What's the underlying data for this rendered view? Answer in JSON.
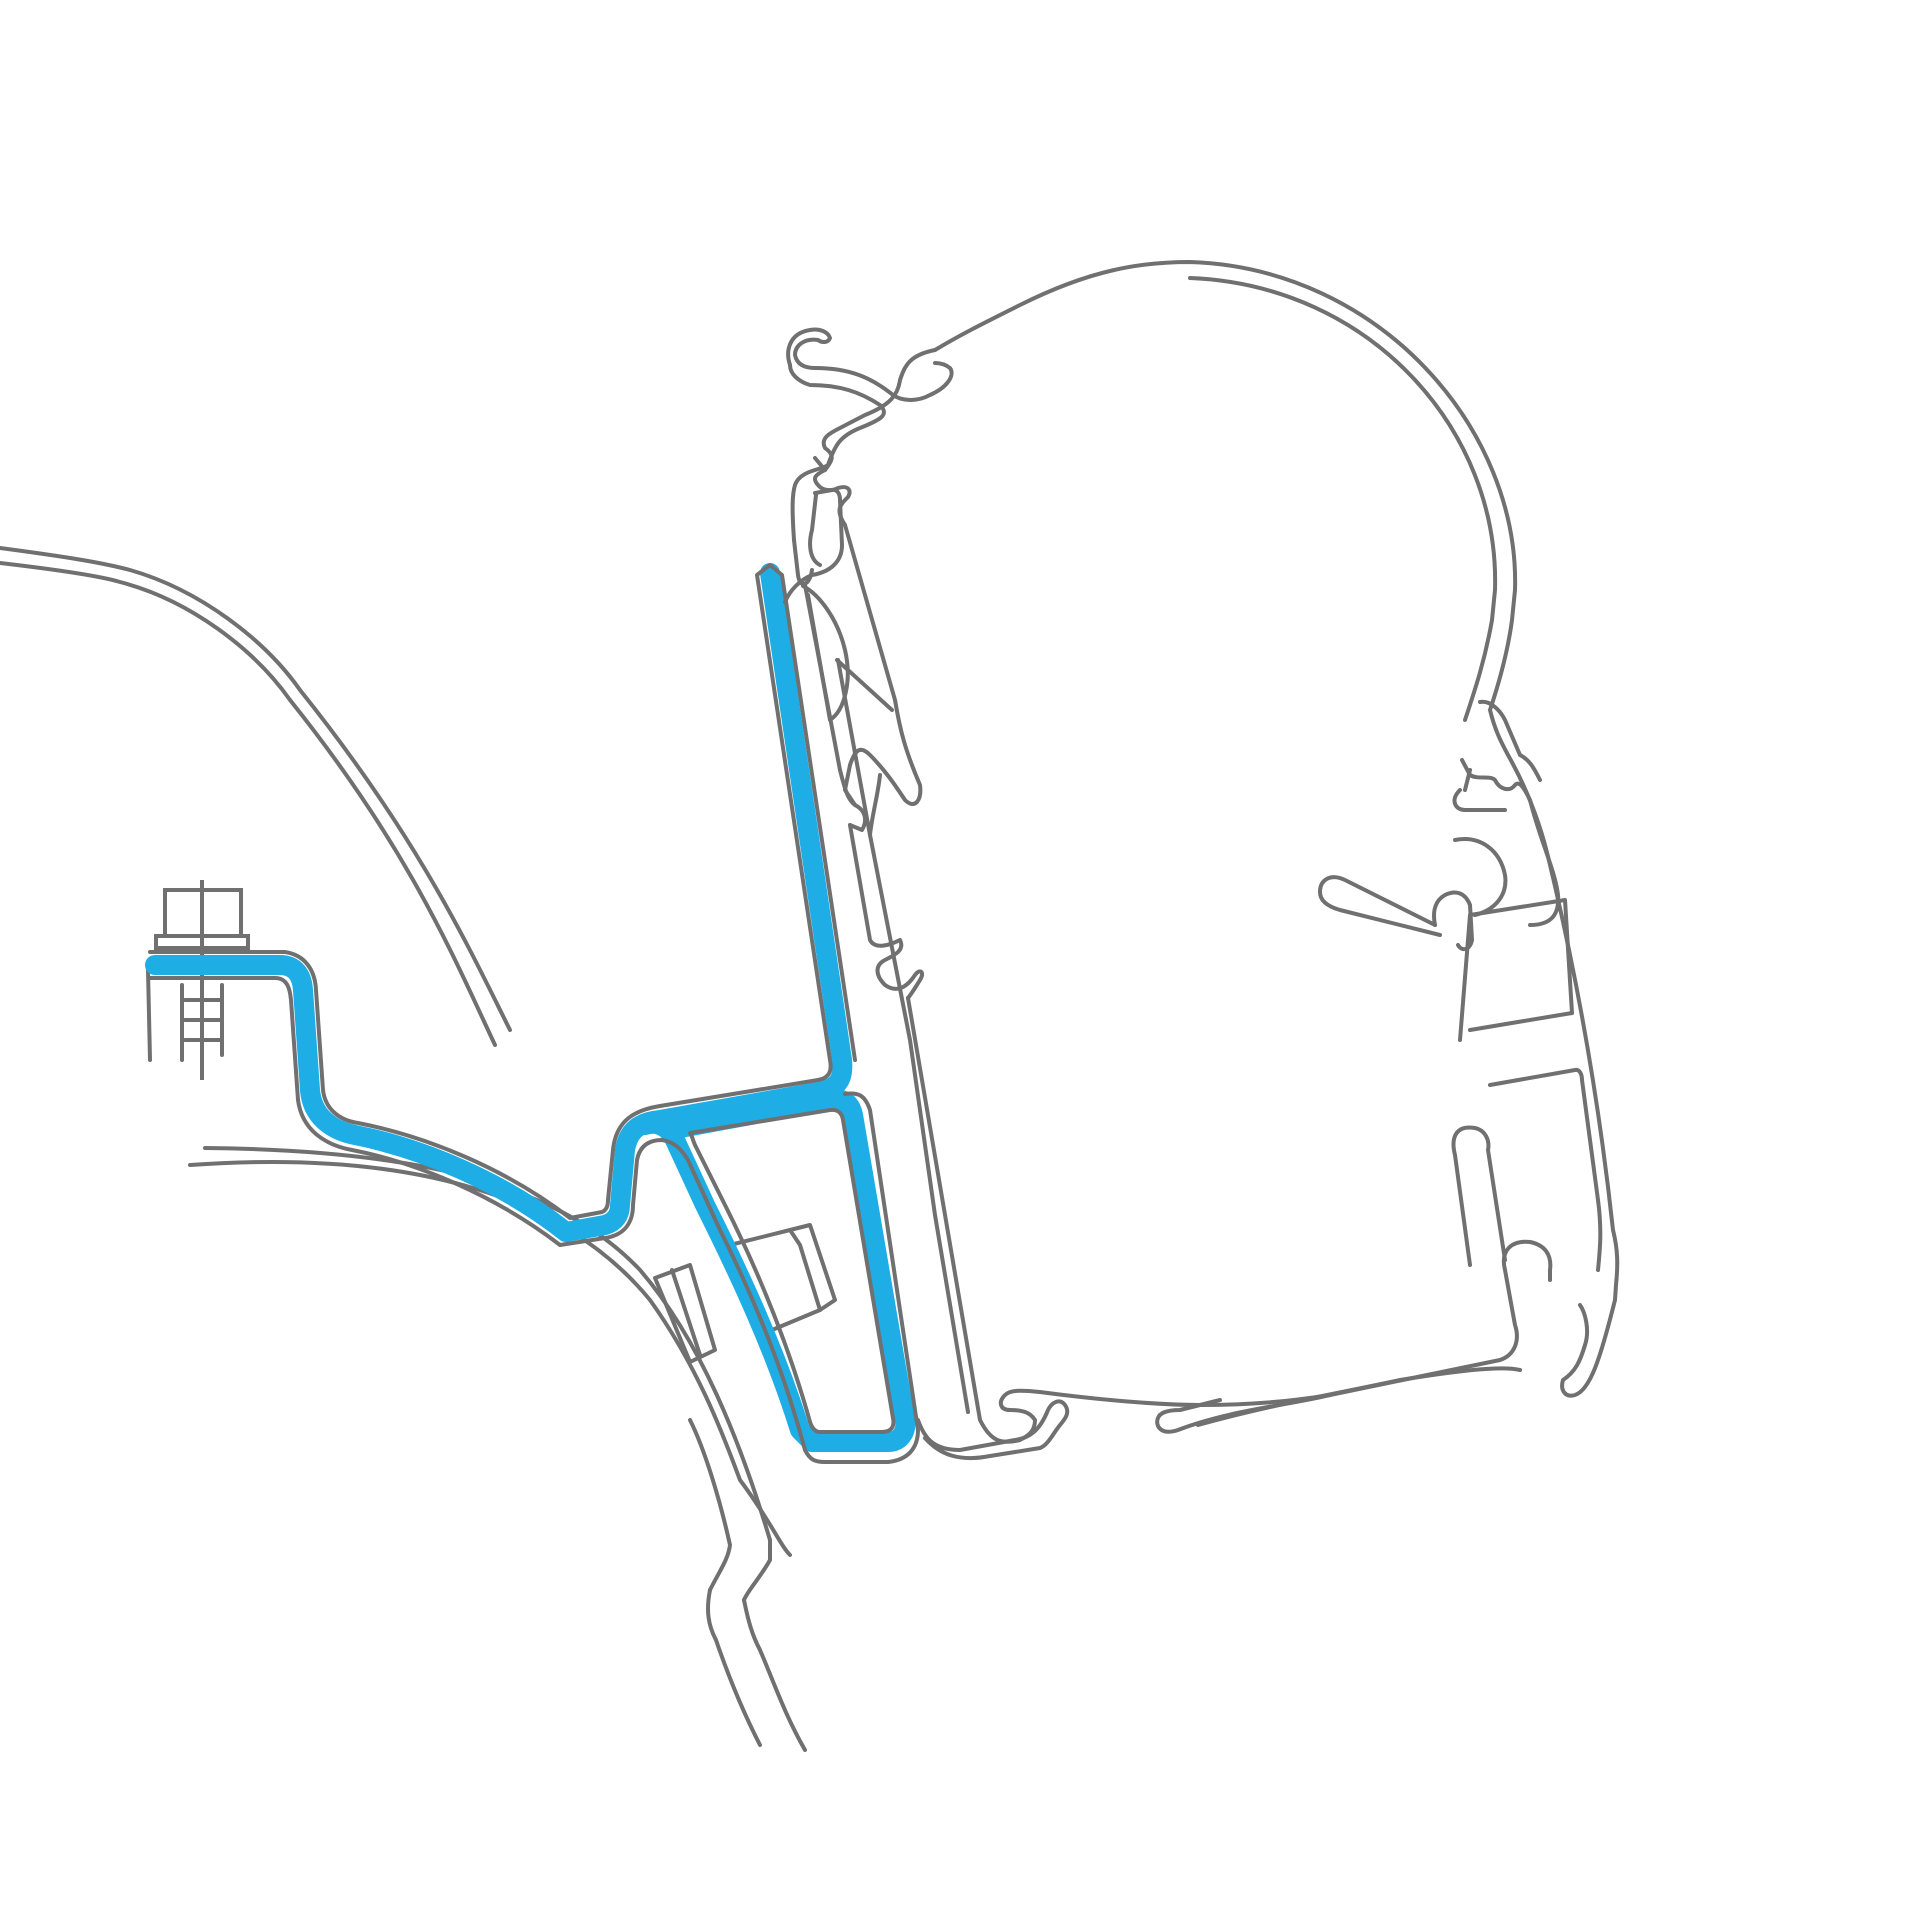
{
  "diagram": {
    "description_labels": [],
    "colors": {
      "background": "#ffffff",
      "outline": "#707070",
      "adapter_highlight": "#1eaee5"
    },
    "parts": [
      {
        "id": "van-roof-panel",
        "highlighted": false
      },
      {
        "id": "van-body-curve",
        "highlighted": false
      },
      {
        "id": "bolt-fastener-left",
        "highlighted": false
      },
      {
        "id": "bolt-fastener-center",
        "highlighted": false
      },
      {
        "id": "adapter-bracket",
        "highlighted": true
      },
      {
        "id": "awning-cassette",
        "highlighted": false
      },
      {
        "id": "awning-front-bar",
        "highlighted": false
      }
    ]
  }
}
